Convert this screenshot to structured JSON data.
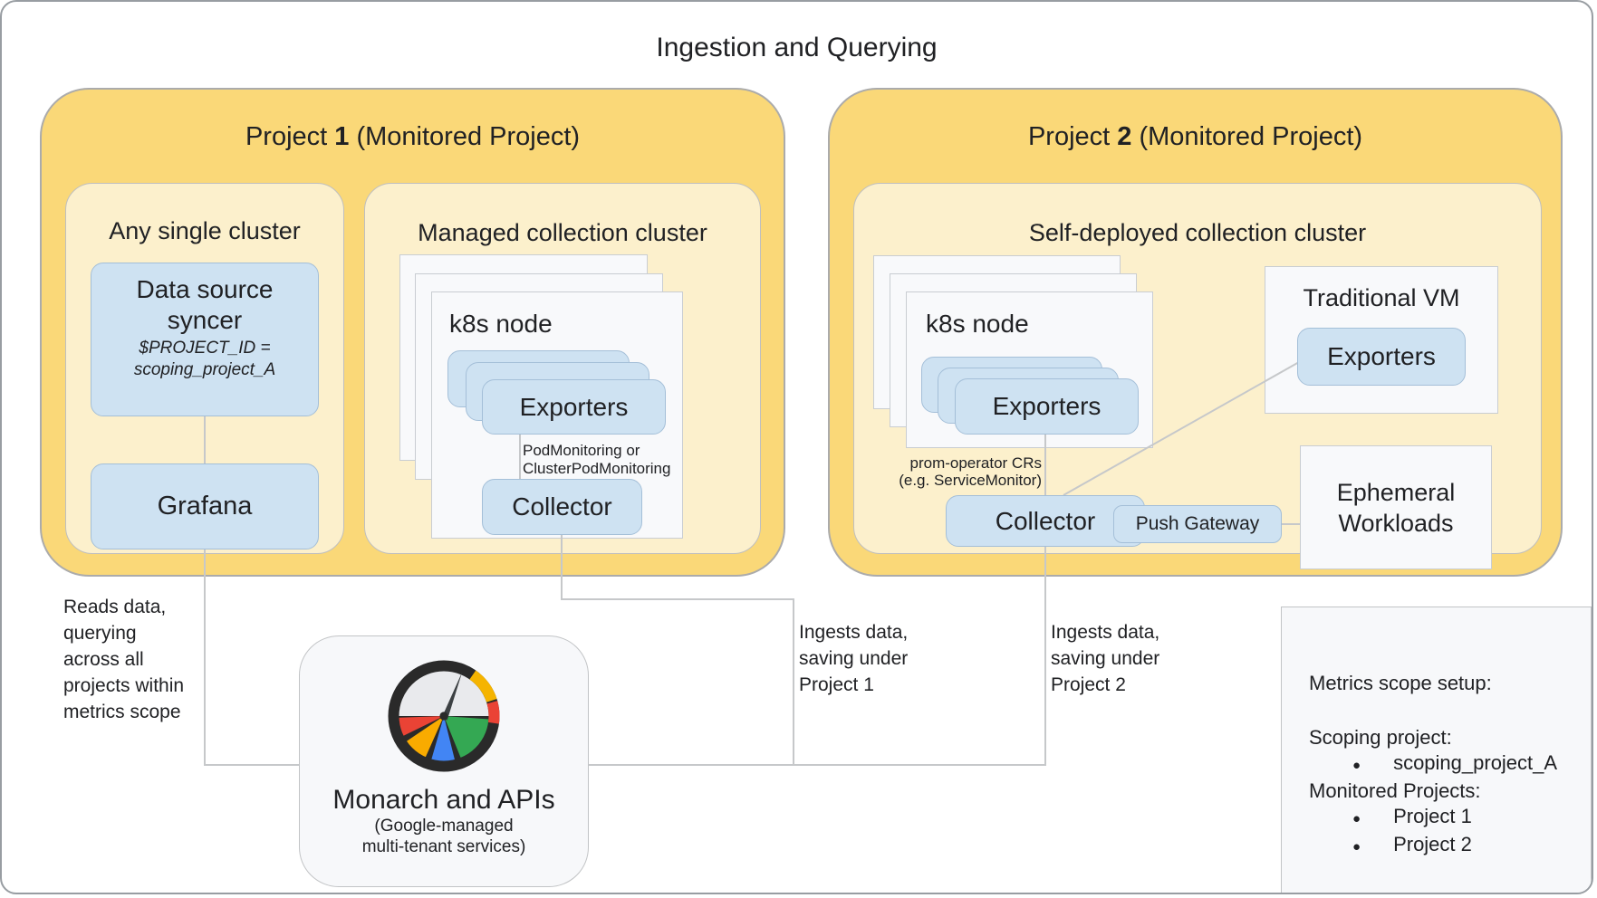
{
  "title": "Ingestion and Querying",
  "project1": {
    "label": {
      "prefix": "Project ",
      "number": "1",
      "suffix": " (Monitored Project)"
    },
    "any_single_cluster": {
      "label": "Any single cluster",
      "syncer": {
        "title1": "Data source",
        "title2": "syncer",
        "sub1": "$PROJECT_ID =",
        "sub2": "scoping_project_A"
      },
      "grafana_label": "Grafana"
    },
    "managed_cluster": {
      "label": "Managed collection cluster",
      "node_label": "k8s node",
      "exporters_label": "Exporters",
      "note1": "PodMonitoring or",
      "note2": "ClusterPodMonitoring",
      "collector_label": "Collector"
    }
  },
  "project2": {
    "label": {
      "prefix": "Project ",
      "number": "2",
      "suffix": " (Monitored Project)"
    },
    "self_deployed_cluster": {
      "label": "Self-deployed collection cluster",
      "node_label": "k8s node",
      "exporters_label": "Exporters",
      "note1": "prom-operator CRs",
      "note2": "(e.g. ServiceMonitor)",
      "collector_label": "Collector",
      "push_gateway_label": "Push Gateway"
    },
    "traditional_vm": {
      "label": "Traditional VM",
      "exporters_label": "Exporters"
    },
    "ephemeral_workloads": {
      "line1": "Ephemeral",
      "line2": "Workloads"
    }
  },
  "annotations": {
    "reads": [
      "Reads data,",
      "querying",
      "across all",
      "projects within",
      "metrics scope"
    ],
    "ingest1": [
      "Ingests data,",
      "saving under",
      "Project 1"
    ],
    "ingest2": [
      "Ingests data,",
      "saving under",
      "Project 2"
    ]
  },
  "monarch": {
    "title": "Monarch and APIs",
    "subtitle1": "(Google-managed",
    "subtitle2": "multi-tenant services)",
    "icon": "monitoring-gauge-icon"
  },
  "metrics_scope": {
    "title": "Metrics scope setup:",
    "scoping_label": "Scoping project:",
    "scoping_items": [
      "scoping_project_A"
    ],
    "monitored_label": "Monitored Projects:",
    "monitored_items": [
      "Project 1",
      "Project 2"
    ]
  },
  "colors": {
    "gold": "#FAD878",
    "cream": "#FCF0CC",
    "blue": "#CEE2F2",
    "card": "#F8F9FB",
    "panel": "#F7F8FA",
    "text": "#202124",
    "line": "#C6C8CA",
    "gauge_red": "#EA4335",
    "gauge_yellow": "#F9AB00",
    "gauge_blue": "#4285F4",
    "gauge_green": "#34A853"
  }
}
